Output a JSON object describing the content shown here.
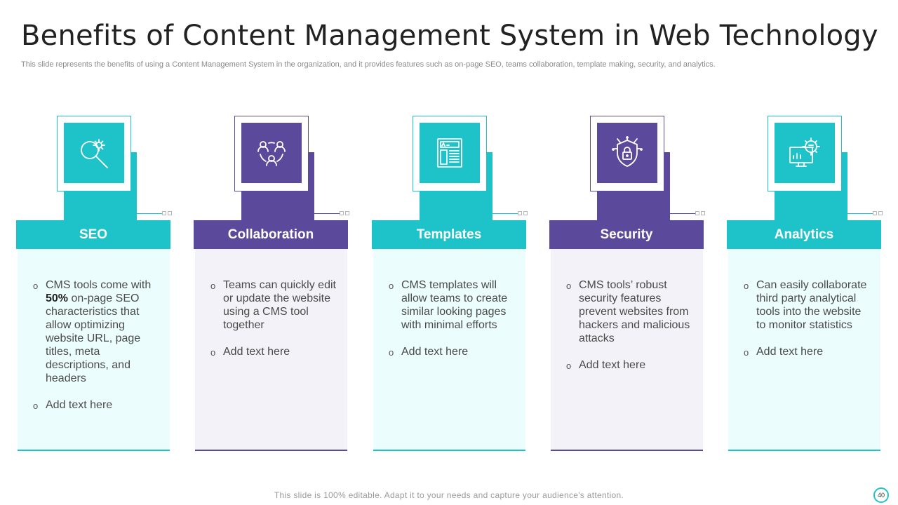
{
  "slide": {
    "title": "Benefits of Content Management System in Web Technology",
    "subtitle": "This slide represents the benefits of using a Content Management System in the organization, and it provides features such as on-page SEO, teams collaboration, template making, security, and analytics.",
    "footer": "This slide is 100% editable. Adapt it to your needs and capture your audience's attention.",
    "page_number": "40"
  },
  "colors": {
    "teal": "#1ec3c9",
    "purple": "#5b4a9b",
    "teal_bg": "#ecfdfd",
    "purple_bg": "#f3f2f9",
    "purple_line": "#5b4a9b",
    "teal_line": "#1ec3c9"
  },
  "cards": [
    {
      "title": "SEO",
      "icon": "seo-gear-magnifier-icon",
      "accent": "teal",
      "bullets": [
        {
          "pre": "CMS tools come with ",
          "bold": "50%",
          "post": " on-page SEO characteristics that allow optimizing website URL, page titles, meta descriptions, and headers"
        },
        {
          "pre": "Add text here",
          "bold": "",
          "post": ""
        }
      ]
    },
    {
      "title": "Collaboration",
      "icon": "team-collaboration-icon",
      "accent": "purple",
      "bullets": [
        {
          "pre": "Teams can quickly edit or update the website using a CMS tool together",
          "bold": "",
          "post": ""
        },
        {
          "pre": "Add text here",
          "bold": "",
          "post": ""
        }
      ]
    },
    {
      "title": "Templates",
      "icon": "template-document-icon",
      "accent": "teal",
      "bullets": [
        {
          "pre": "CMS templates will allow teams to create similar looking pages with minimal efforts",
          "bold": "",
          "post": ""
        },
        {
          "pre": "Add text here",
          "bold": "",
          "post": ""
        }
      ]
    },
    {
      "title": "Security",
      "icon": "shield-lock-icon",
      "accent": "purple",
      "bullets": [
        {
          "pre": "CMS tools’ robust security features prevent websites from hackers and malicious attacks",
          "bold": "",
          "post": ""
        },
        {
          "pre": "Add text here",
          "bold": "",
          "post": ""
        }
      ]
    },
    {
      "title": "Analytics",
      "icon": "analytics-monitor-icon",
      "accent": "teal",
      "bullets": [
        {
          "pre": "Can easily collaborate third party analytical tools into the website to monitor statistics",
          "bold": "",
          "post": ""
        },
        {
          "pre": "Add text here",
          "bold": "",
          "post": ""
        }
      ]
    }
  ]
}
